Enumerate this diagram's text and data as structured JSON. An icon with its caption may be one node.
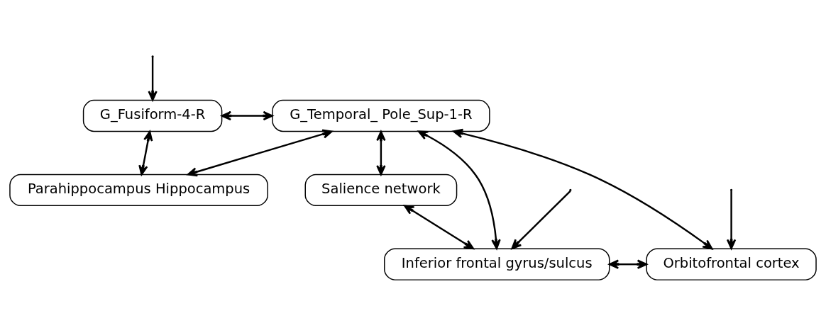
{
  "diagram": {
    "nodes": [
      {
        "text": [
          "G_Fusiform-4-R"
        ]
      },
      {
        "text": [
          "G_Temporal_ Pole_Sup-1-R"
        ]
      },
      {
        "text": [
          "Parahippocampus Hippocampus"
        ]
      },
      {
        "text": [
          "Salience network"
        ]
      },
      {
        "text": [
          "Inferior frontal gyrus/sulcus"
        ]
      },
      {
        "text": [
          "Orbitofrontal cortex"
        ]
      }
    ],
    "edges": [
      {
        "from": 0,
        "to": 1,
        "arrow": "both"
      },
      {
        "from": 0,
        "to": 2,
        "arrow": "both"
      },
      {
        "from": 1,
        "to": 2,
        "arrow": "both"
      },
      {
        "from": 1,
        "to": 3,
        "arrow": "both"
      },
      {
        "from": 3,
        "to": 4,
        "arrow": "both"
      },
      {
        "from": 1,
        "to": 5,
        "arrow": "both"
      },
      {
        "from": 1,
        "to": 4,
        "arrow": "both"
      },
      {
        "from": 4,
        "to": 5,
        "arrow": "both"
      },
      {
        "from": null,
        "to": 0,
        "arrow": "to"
      },
      {
        "from": null,
        "to": 4,
        "arrow": "to"
      },
      {
        "from": null,
        "to": 5,
        "arrow": "to"
      }
    ]
  }
}
